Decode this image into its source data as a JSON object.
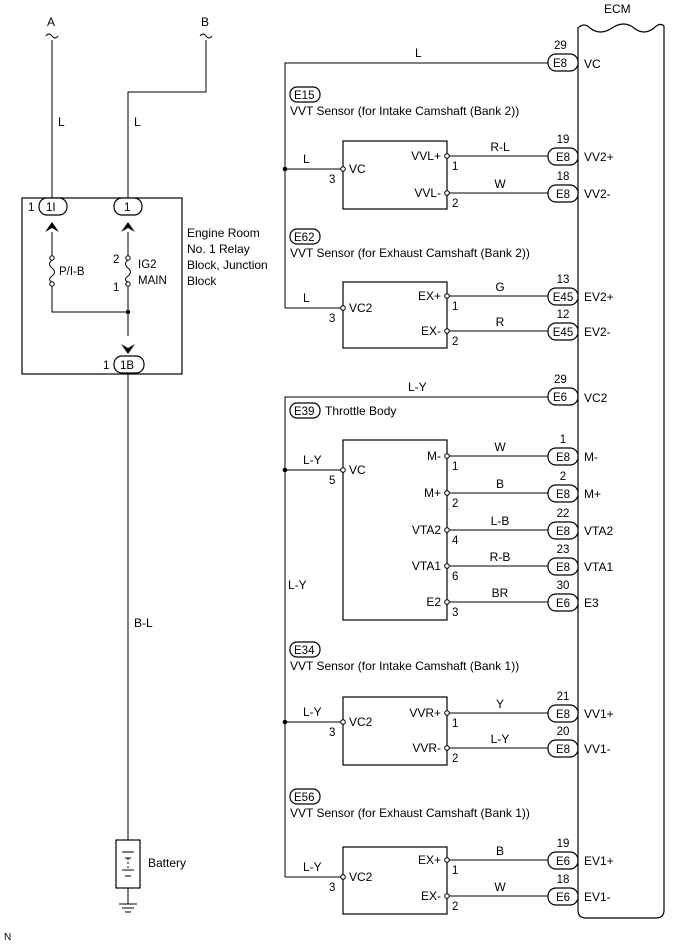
{
  "ecm": {
    "label": "ECM"
  },
  "top_wires": {
    "a_label": "A",
    "b_label": "B",
    "a_color": "L",
    "b_color": "L"
  },
  "relay_block": {
    "title_lines": [
      "Engine Room",
      "No. 1 Relay",
      "Block, Junction",
      "Block"
    ],
    "connector_1i": "1I",
    "connector_1i_pin": "1",
    "connector_1": "1",
    "connector_1b": "1B",
    "connector_1b_pin": "1",
    "fuse_pi_b": "P/I-B",
    "fuse_ig2": "IG2",
    "fuse_main": "MAIN",
    "ig2_pin_top": "2",
    "ig2_pin_bottom": "1",
    "out_wire_color": "B-L"
  },
  "battery": {
    "label": "Battery"
  },
  "shared_wires": {
    "vc_top_color": "L",
    "vc2_top_color": "L-Y",
    "vc2_bus_color": "L-Y"
  },
  "ecm_vc": {
    "pin": "29",
    "connector": "E8",
    "terminal": "VC"
  },
  "ecm_vc2": {
    "pin": "29",
    "connector": "E6",
    "terminal": "VC2"
  },
  "components": [
    {
      "code": "E15",
      "name": "VVT Sensor (for Intake Camshaft (Bank 2))",
      "supply": {
        "terminal": "VC",
        "pin": "3",
        "color": "L"
      },
      "signals": [
        {
          "terminal": "VVL+",
          "pin": "1",
          "color": "R-L",
          "ecm_pin": "19",
          "ecm_connector": "E8",
          "ecm_terminal": "VV2+"
        },
        {
          "terminal": "VVL-",
          "pin": "2",
          "color": "W",
          "ecm_pin": "18",
          "ecm_connector": "E8",
          "ecm_terminal": "VV2-"
        }
      ]
    },
    {
      "code": "E62",
      "name": "VVT Sensor (for Exhaust Camshaft (Bank 2))",
      "supply": {
        "terminal": "VC2",
        "pin": "3",
        "color": "L"
      },
      "signals": [
        {
          "terminal": "EX+",
          "pin": "1",
          "color": "G",
          "ecm_pin": "13",
          "ecm_connector": "E45",
          "ecm_terminal": "EV2+"
        },
        {
          "terminal": "EX-",
          "pin": "2",
          "color": "R",
          "ecm_pin": "12",
          "ecm_connector": "E45",
          "ecm_terminal": "EV2-"
        }
      ]
    },
    {
      "code": "E39",
      "name": "Throttle Body",
      "supply": {
        "terminal": "VC",
        "pin": "5",
        "color": "L-Y"
      },
      "signals": [
        {
          "terminal": "M-",
          "pin": "1",
          "color": "W",
          "ecm_pin": "1",
          "ecm_connector": "E8",
          "ecm_terminal": "M-"
        },
        {
          "terminal": "M+",
          "pin": "2",
          "color": "B",
          "ecm_pin": "2",
          "ecm_connector": "E8",
          "ecm_terminal": "M+"
        },
        {
          "terminal": "VTA2",
          "pin": "4",
          "color": "L-B",
          "ecm_pin": "22",
          "ecm_connector": "E8",
          "ecm_terminal": "VTA2"
        },
        {
          "terminal": "VTA1",
          "pin": "6",
          "color": "R-B",
          "ecm_pin": "23",
          "ecm_connector": "E8",
          "ecm_terminal": "VTA1"
        },
        {
          "terminal": "E2",
          "pin": "3",
          "color": "BR",
          "ecm_pin": "30",
          "ecm_connector": "E6",
          "ecm_terminal": "E3"
        }
      ]
    },
    {
      "code": "E34",
      "name": "VVT Sensor (for Intake Camshaft (Bank 1))",
      "supply": {
        "terminal": "VC2",
        "pin": "3",
        "color": "L-Y"
      },
      "signals": [
        {
          "terminal": "VVR+",
          "pin": "1",
          "color": "Y",
          "ecm_pin": "21",
          "ecm_connector": "E8",
          "ecm_terminal": "VV1+"
        },
        {
          "terminal": "VVR-",
          "pin": "2",
          "color": "L-Y",
          "ecm_pin": "20",
          "ecm_connector": "E8",
          "ecm_terminal": "VV1-"
        }
      ]
    },
    {
      "code": "E56",
      "name": "VVT Sensor (for Exhaust Camshaft (Bank 1))",
      "supply": {
        "terminal": "VC2",
        "pin": "3",
        "color": "L-Y"
      },
      "signals": [
        {
          "terminal": "EX+",
          "pin": "1",
          "color": "B",
          "ecm_pin": "19",
          "ecm_connector": "E6",
          "ecm_terminal": "EV1+"
        },
        {
          "terminal": "EX-",
          "pin": "2",
          "color": "W",
          "ecm_pin": "18",
          "ecm_connector": "E6",
          "ecm_terminal": "EV1-"
        }
      ]
    }
  ],
  "footer": {
    "mark": "N"
  }
}
